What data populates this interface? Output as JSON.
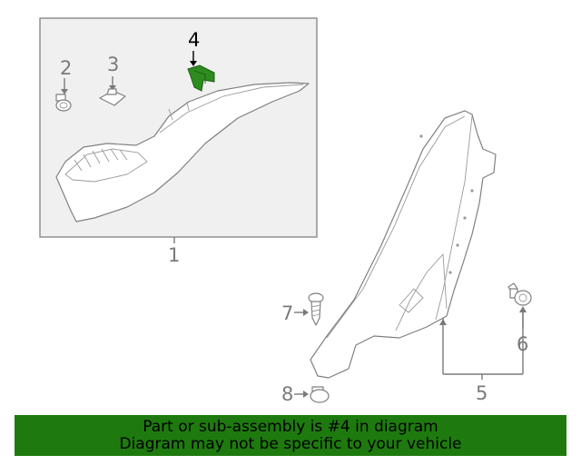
{
  "diagram": {
    "callouts": {
      "c1": "1",
      "c2": "2",
      "c3": "3",
      "c4": "4",
      "c5": "5",
      "c6": "6",
      "c7": "7",
      "c8": "8"
    },
    "highlighted_part": "4",
    "highlight_color": "#2e8b1f"
  },
  "banner": {
    "line1": "Part or sub-assembly is #4 in diagram",
    "line2": "Diagram may not be specific to your vehicle",
    "background": "#1e7a0e"
  }
}
